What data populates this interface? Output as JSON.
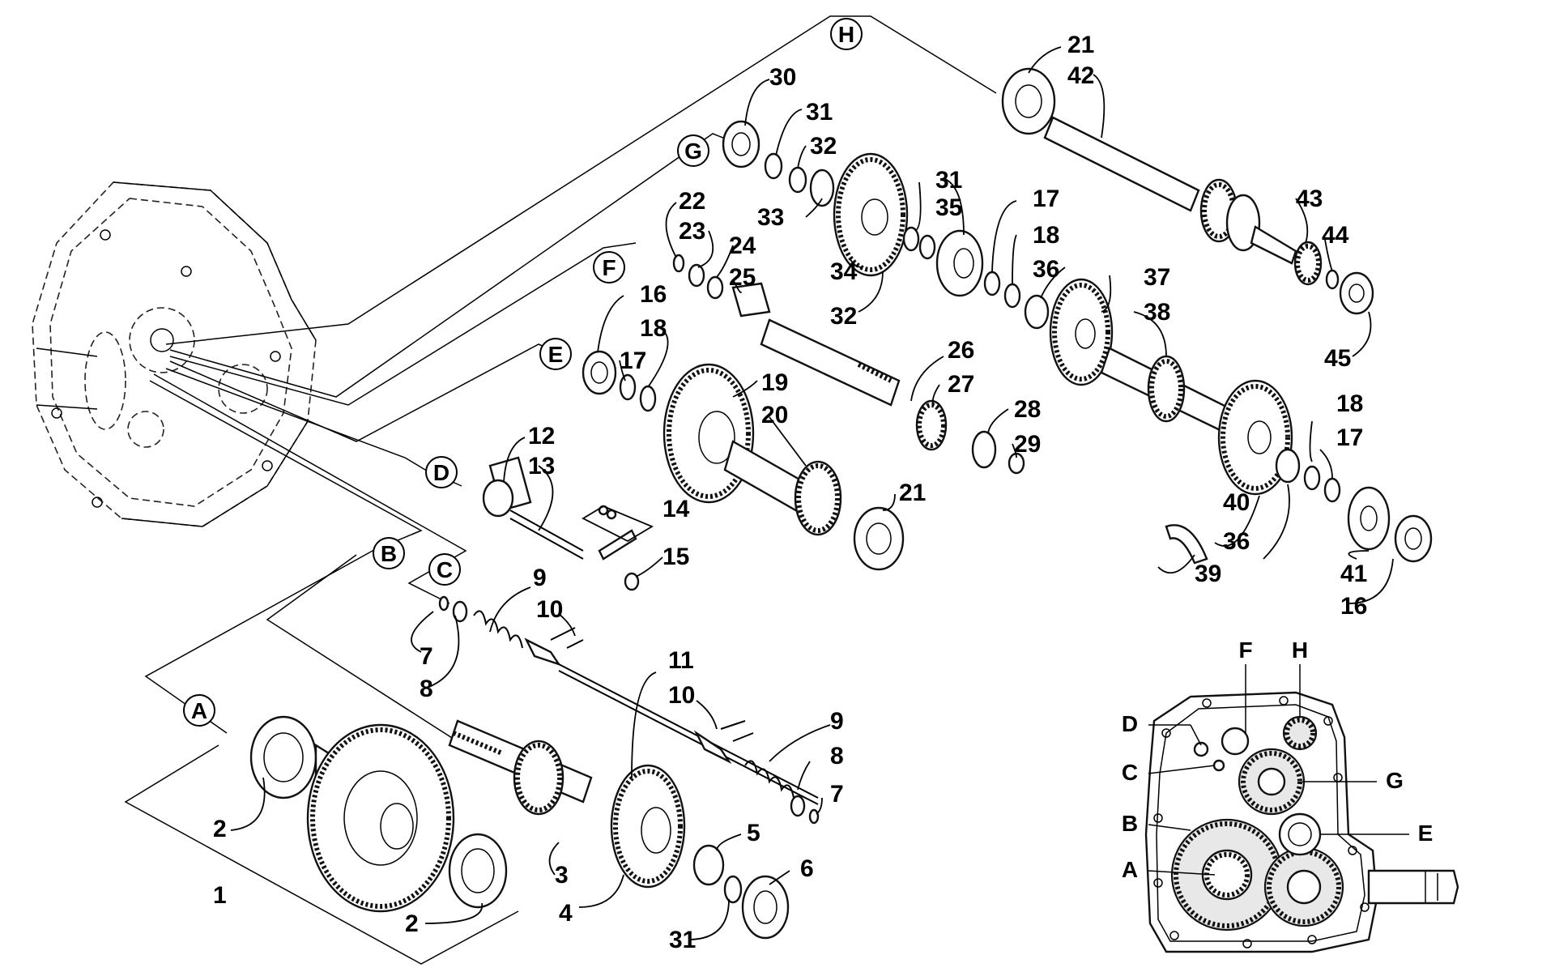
{
  "callouts": {
    "n1": "1",
    "n2a": "2",
    "n2b": "2",
    "n3": "3",
    "n4": "4",
    "n5": "5",
    "n6": "6",
    "n7a": "7",
    "n7b": "7",
    "n8a": "8",
    "n8b": "8",
    "n9a": "9",
    "n9b": "9",
    "n10a": "10",
    "n10b": "10",
    "n11": "11",
    "n12": "12",
    "n13": "13",
    "n14": "14",
    "n15": "15",
    "n16a": "16",
    "n16b": "16",
    "n17a": "17",
    "n17b": "17",
    "n17c": "17",
    "n18a": "18",
    "n18b": "18",
    "n18c": "18",
    "n19": "19",
    "n20": "20",
    "n21a": "21",
    "n21b": "21",
    "n22": "22",
    "n23": "23",
    "n24": "24",
    "n25": "25",
    "n26": "26",
    "n27": "27",
    "n28": "28",
    "n29": "29",
    "n30": "30",
    "n31a": "31",
    "n31b": "31",
    "n31c": "31",
    "n32a": "32",
    "n32b": "32",
    "n33": "33",
    "n34": "34",
    "n35": "35",
    "n36a": "36",
    "n36b": "36",
    "n37": "37",
    "n38": "38",
    "n39": "39",
    "n40": "40",
    "n41": "41",
    "n42": "42",
    "n43": "43",
    "n44": "44",
    "n45": "45"
  },
  "shaft_letters": {
    "A": "A",
    "B": "B",
    "C": "C",
    "D": "D",
    "E": "E",
    "F": "F",
    "G": "G",
    "H": "H"
  },
  "inset_letters": {
    "A": "A",
    "B": "B",
    "C": "C",
    "D": "D",
    "E": "E",
    "F": "F",
    "G": "G",
    "H": "H"
  }
}
